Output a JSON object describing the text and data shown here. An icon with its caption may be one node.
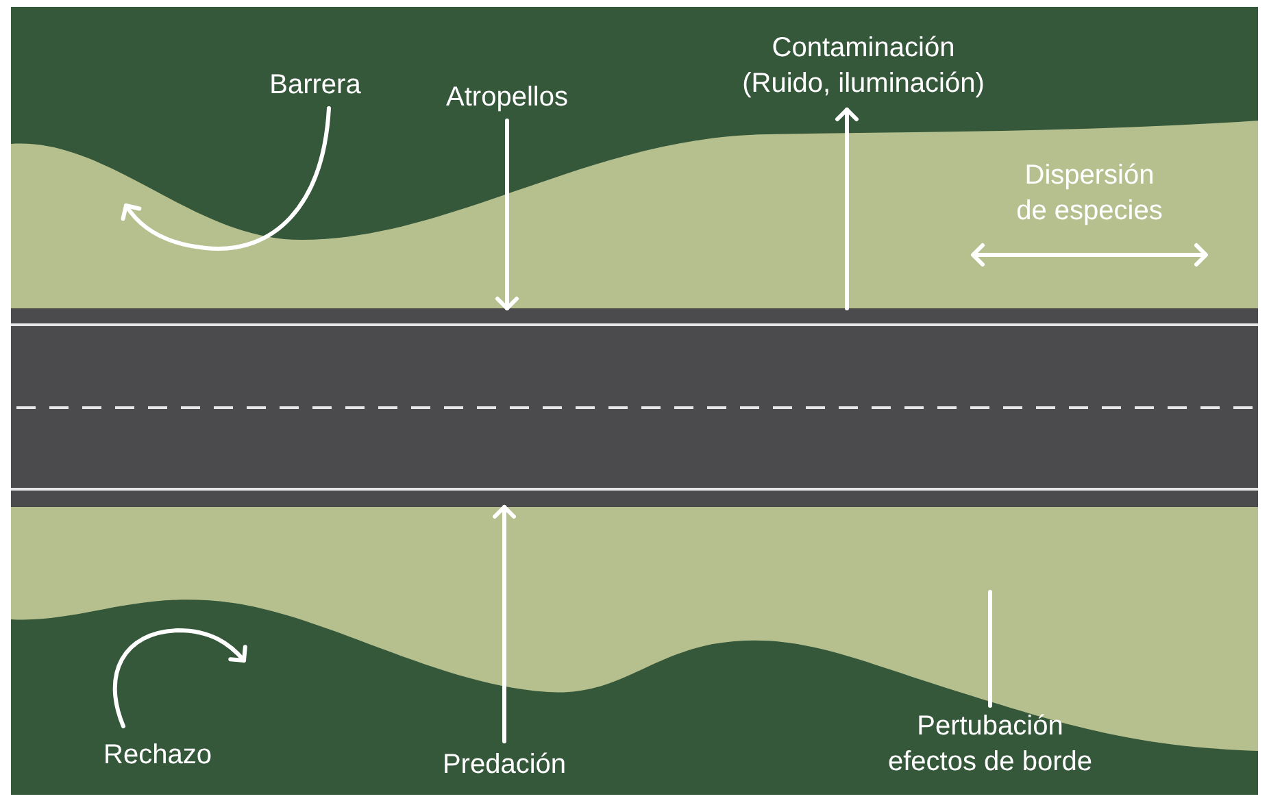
{
  "diagram": {
    "nodes": [
      {
        "text": [
          "Barrera"
        ]
      },
      {
        "text": [
          "Atropellos"
        ]
      },
      {
        "text": [
          "Contaminación",
          "(Ruido, iluminación)"
        ]
      },
      {
        "text": [
          "Dispersión de especies"
        ]
      },
      {
        "text": [],
        "shape": "bar"
      },
      {
        "text": [
          "Rechazo"
        ]
      },
      {
        "text": [
          "Predación"
        ]
      },
      {
        "text": [
          "Pertubación efectos de borde"
        ]
      }
    ],
    "edges": [
      {
        "from": 0,
        "to": null,
        "arrow": "to"
      },
      {
        "from": 1,
        "to": 4,
        "arrow": "to"
      },
      {
        "from": 4,
        "to": 2,
        "arrow": "to"
      },
      {
        "from": 5,
        "to": null,
        "arrow": "to"
      },
      {
        "from": 6,
        "to": 4,
        "arrow": "to"
      },
      {
        "from": 7,
        "to": null,
        "arrow": "none"
      }
    ]
  }
}
